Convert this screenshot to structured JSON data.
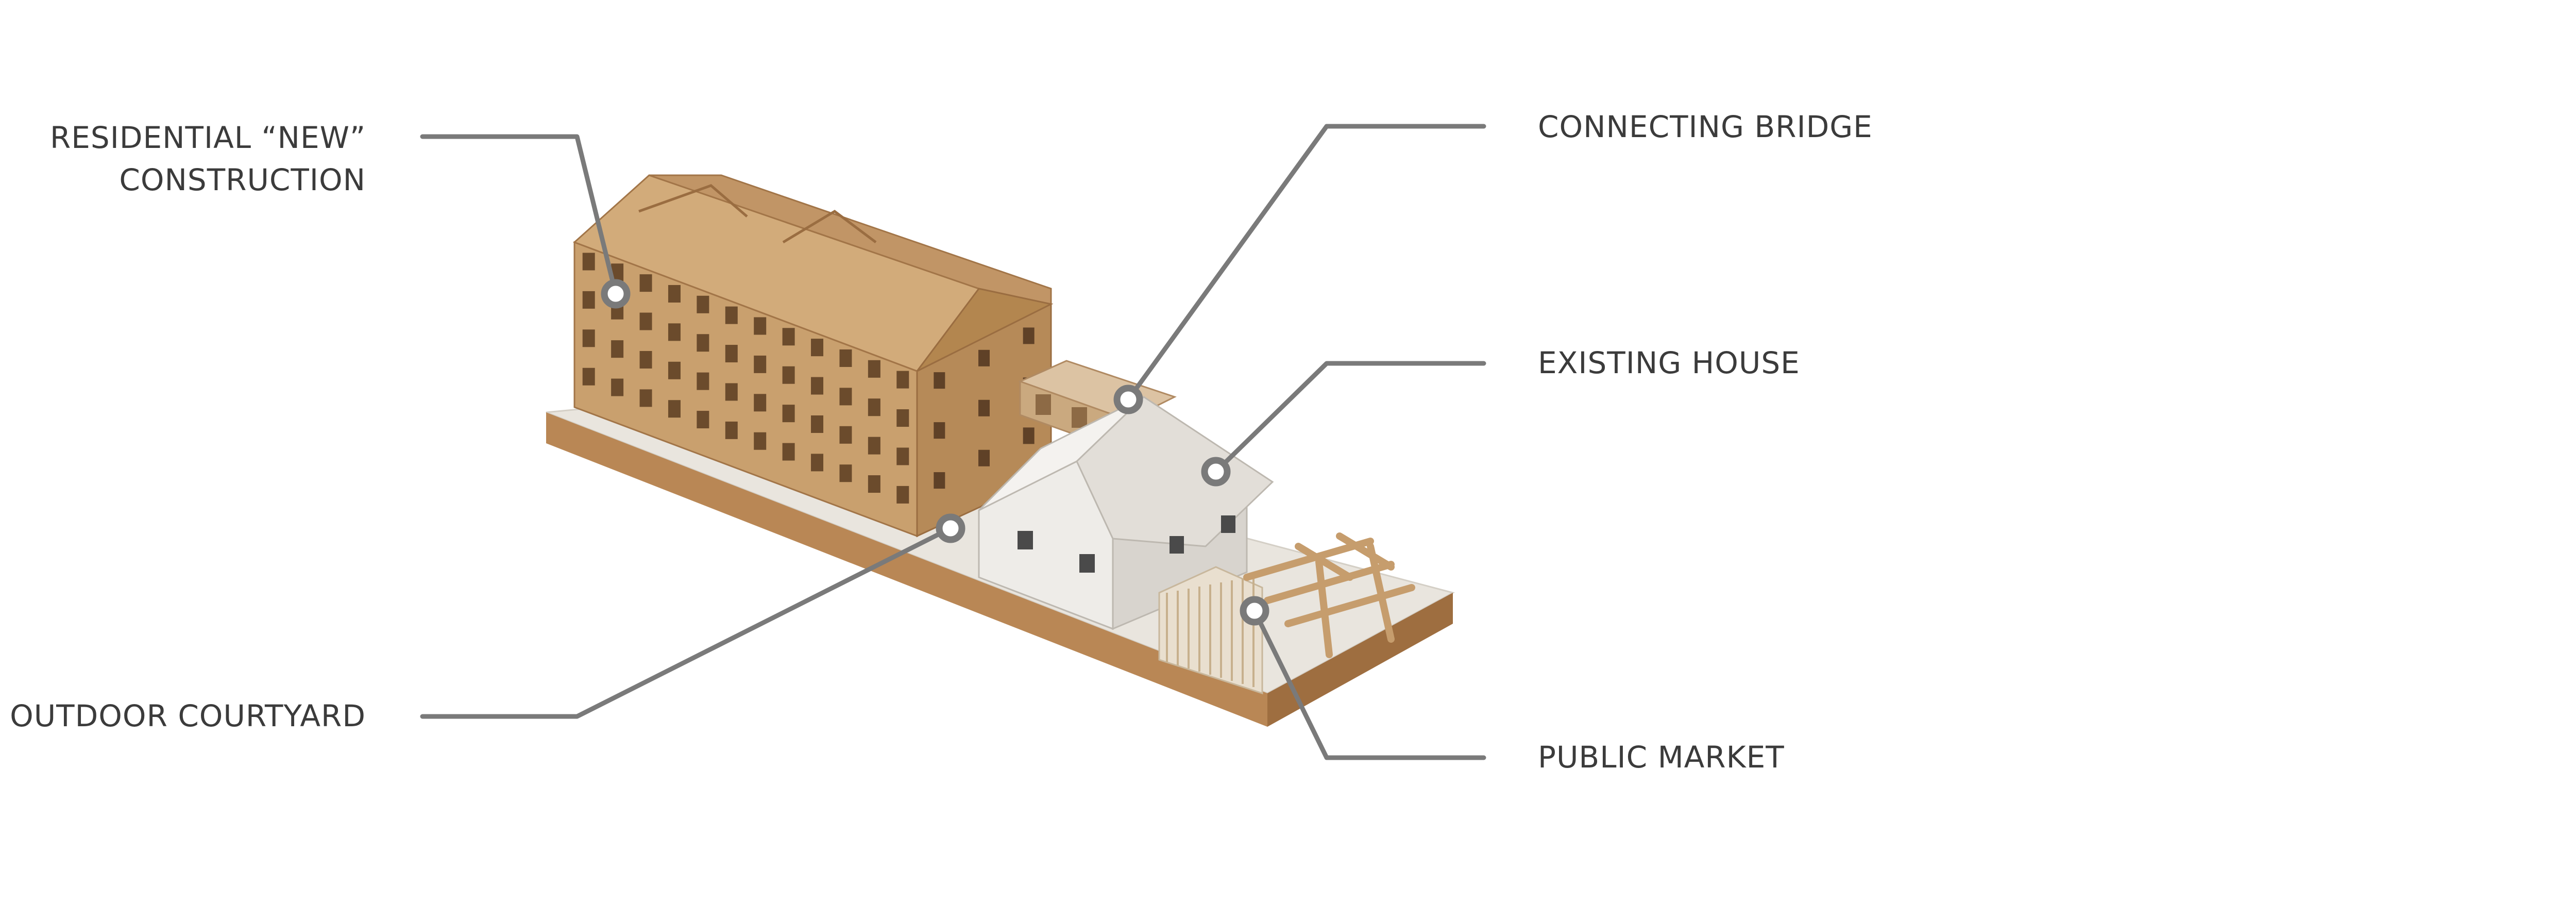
{
  "colors": {
    "background": "#ffffff",
    "label_text": "#3b3b3b",
    "leader_line": "#7a7a7a",
    "cardboard": "#c79a68",
    "cardboard_dark": "#a97a4b",
    "white_model": "#e8e6e2",
    "base_top": "#e7e3dc",
    "base_edge": "#b07e4f"
  },
  "callouts": [
    {
      "id": "residential",
      "lines": [
        "RESIDENTIAL “NEW”",
        "CONSTRUCTION"
      ]
    },
    {
      "id": "outdoor-courtyard",
      "lines": [
        "OUTDOOR COURTYARD"
      ]
    },
    {
      "id": "connecting-bridge",
      "lines": [
        "CONNECTING BRIDGE"
      ]
    },
    {
      "id": "existing-house",
      "lines": [
        "EXISTING HOUSE"
      ]
    },
    {
      "id": "public-market",
      "lines": [
        "PUBLIC MARKET"
      ]
    }
  ],
  "marker_icon": "circle-marker"
}
